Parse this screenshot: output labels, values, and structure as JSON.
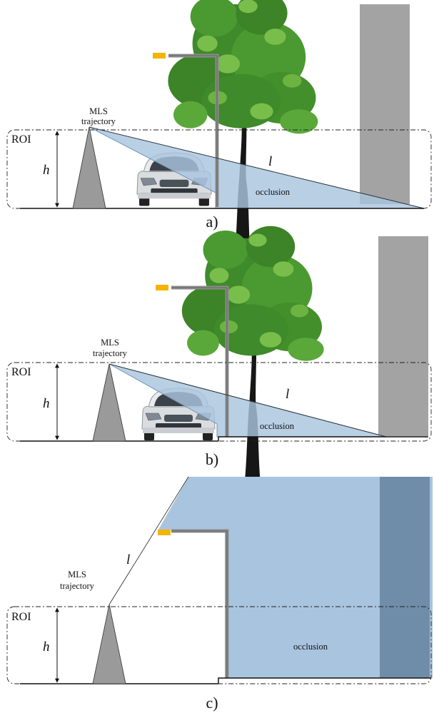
{
  "colors": {
    "occlusion": "#a9c4de",
    "occlusion_edge": "#6f94b8",
    "building": "#a3a3a3",
    "building_dark": "#6f8da8",
    "pole": "#8c8c8c",
    "lamp": "#f4b400",
    "trajectory": "#9a9a9a",
    "leaf": "#3f8a2a",
    "leaf_light": "#79bd4b",
    "trunk": "#161616"
  },
  "icons": [
    "tree-icon",
    "car-icon",
    "street-lamp-icon",
    "building-icon",
    "mls-trajectory-icon"
  ],
  "panels": [
    {
      "caption": "a)",
      "roi_label": "ROI",
      "height_label": "h",
      "los_label": "l",
      "mls_line1": "MLS",
      "mls_line2": "trajectory",
      "occlusion_label": "occlusion"
    },
    {
      "caption": "b)",
      "roi_label": "ROI",
      "height_label": "h",
      "los_label": "l",
      "mls_line1": "MLS",
      "mls_line2": "trajectory",
      "occlusion_label": "occlusion"
    },
    {
      "caption": "c)",
      "roi_label": "ROI",
      "height_label": "h",
      "los_label": "l",
      "mls_line1": "MLS",
      "mls_line2": "trajectory",
      "occlusion_label": "occlusion"
    }
  ]
}
